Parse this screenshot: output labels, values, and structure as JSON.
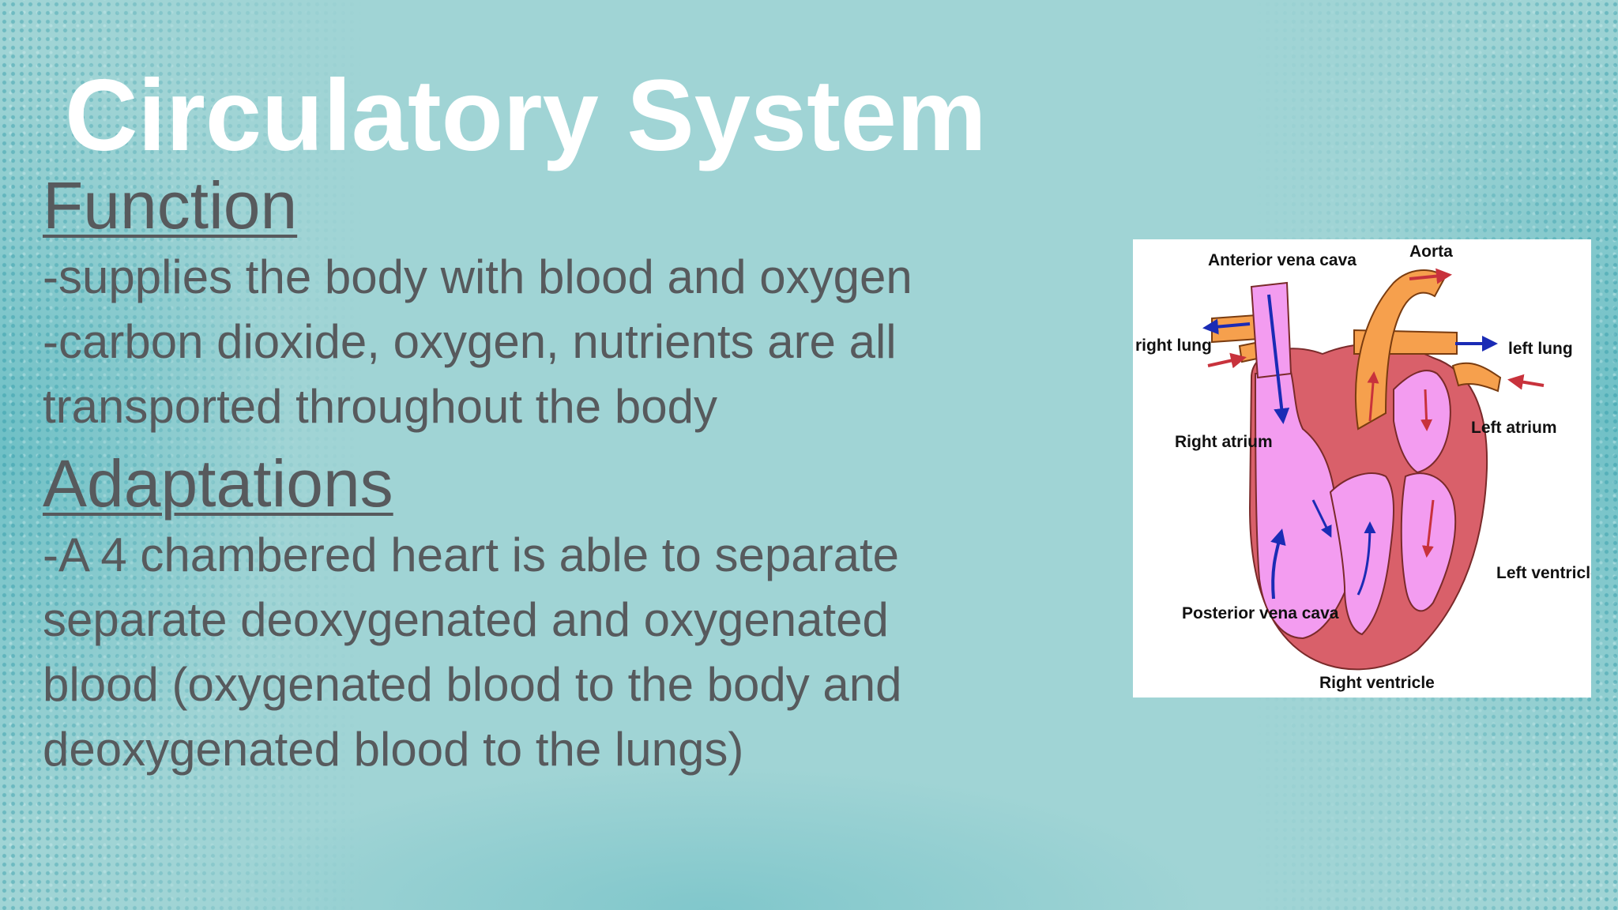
{
  "slide": {
    "title": "Circulatory System",
    "function": {
      "heading": "Function",
      "lines": [
        "-supplies the body with blood and oxygen",
        "-carbon dioxide, oxygen, nutrients are all",
        "transported throughout the body"
      ]
    },
    "adaptations": {
      "heading": "Adaptations",
      "lines": [
        "-A 4 chambered heart is able to separate",
        "separate deoxygenated and oxygenated",
        "blood (oxygenated blood to the body and",
        "deoxygenated blood to the lungs)"
      ]
    }
  },
  "diagram": {
    "labels": {
      "anterior_vena_cava": "Anterior vena cava",
      "aorta": "Aorta",
      "right_lung": "right lung",
      "left_lung": "left lung",
      "right_atrium": "Right atrium",
      "left_atrium": "Left atrium",
      "left_ventricle": "Left ventricle",
      "posterior_vena_cava": "Posterior vena cava",
      "right_ventricle": "Right ventricle"
    },
    "colors": {
      "vessel_orange": "#f6a04d",
      "chamber_pink": "#f39cf0",
      "wall_red": "#d9606a",
      "arrow_blue": "#1a2bb5",
      "arrow_red": "#c8323c"
    }
  }
}
